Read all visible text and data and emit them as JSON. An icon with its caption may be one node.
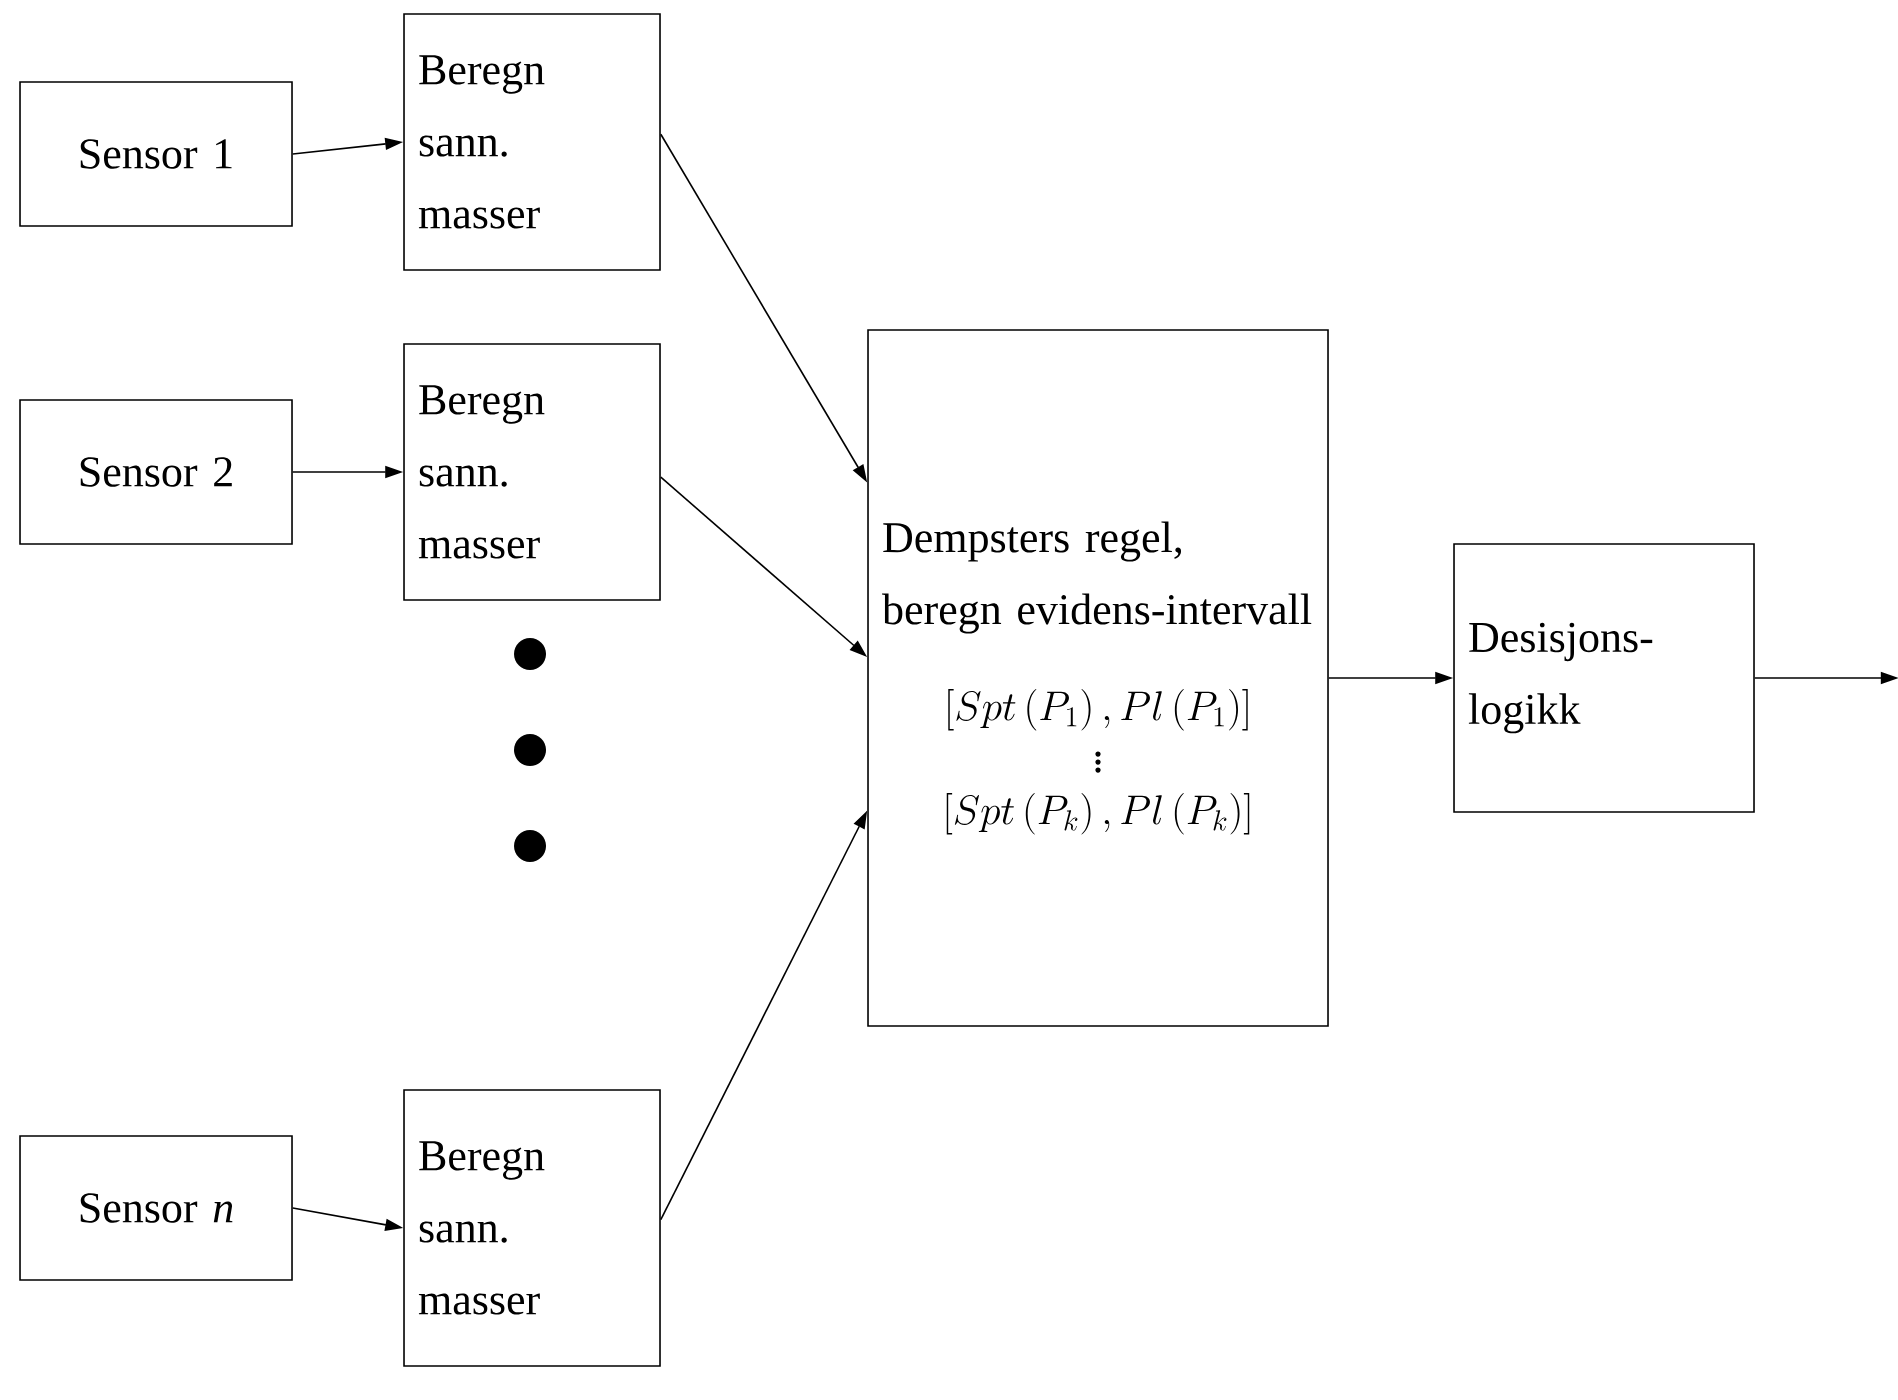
{
  "diagram": {
    "nodes": [
      {
        "text": [
          "Sensor 1"
        ]
      },
      {
        "text": [
          "Beregn sann. masser"
        ]
      },
      {
        "text": [
          "Sensor 2"
        ]
      },
      {
        "text": [
          "Beregn sann. masser"
        ]
      },
      {
        "text": [
          "Sensor *n*"
        ]
      },
      {
        "text": [
          "Beregn sann. masser"
        ]
      },
      {
        "text": [
          "Dempsters regel, beregn evidens-intervall",
          "\\left[Spt\\left(P_{1}\\right), Pl\\left(P_{1}\\right)\\right]",
          "\\vdots",
          "\\left[Spt\\left(P_{k}\\right), Pl\\left(P_{k}\\right)\\right]"
        ]
      },
      {
        "text": [
          "Desisjons-logikk"
        ]
      }
    ],
    "edges": [
      {
        "from": 0,
        "to": 1,
        "arrow": "to"
      },
      {
        "from": 2,
        "to": 3,
        "arrow": "to"
      },
      {
        "from": 4,
        "to": 5,
        "arrow": "to"
      },
      {
        "from": 1,
        "to": 6,
        "arrow": "to"
      },
      {
        "from": 3,
        "to": 6,
        "arrow": "to"
      },
      {
        "from": 5,
        "to": 6,
        "arrow": "to"
      },
      {
        "from": 6,
        "to": 7,
        "arrow": "to"
      },
      {
        "from": 7,
        "to": null,
        "arrow": "to"
      }
    ]
  }
}
